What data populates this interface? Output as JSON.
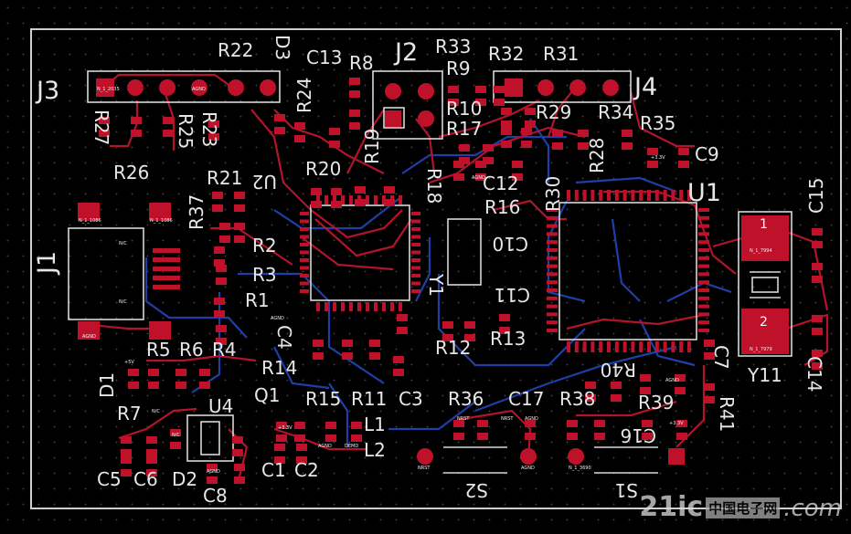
{
  "board": {
    "outline_color": "#cfcfcf",
    "pad_color": "#c0112b",
    "top_trace_color": "#b2142c",
    "bottom_trace_color": "#1f3fa8",
    "labels": {
      "J3": "J3",
      "J2": "J2",
      "J4": "J4",
      "J1": "J1",
      "U1": "U1",
      "U2": "U2",
      "U4": "U4",
      "Y1": "Y1",
      "Y11": "Y11",
      "S1": "S1",
      "S2": "S2",
      "Q1": "Q1",
      "D1": "D1",
      "D2": "D2",
      "D3": "D3",
      "L1": "L1",
      "L2": "L2",
      "R1": "R1",
      "R2": "R2",
      "R3": "R3",
      "R4": "R4",
      "R5": "R5",
      "R6": "R6",
      "R7": "R7",
      "R8": "R8",
      "R9": "R9",
      "R10": "R10",
      "R11": "R11",
      "R12": "R12",
      "R13": "R13",
      "R14": "R14",
      "R15": "R15",
      "R16": "R16",
      "R17": "R17",
      "R18": "R18",
      "R19": "R19",
      "R20": "R20",
      "R21": "R21",
      "R22": "R22",
      "R23": "R23",
      "R24": "R24",
      "R25": "R25",
      "R26": "R26",
      "R27": "R27",
      "R28": "R28",
      "R29": "R29",
      "R30": "R30",
      "R31": "R31",
      "R32": "R32",
      "R33": "R33",
      "R34": "R34",
      "R35": "R35",
      "R36": "R36",
      "R37": "R37",
      "R38": "R38",
      "R39": "R39",
      "R40": "R40",
      "R41": "R41",
      "C1": "C1",
      "C2": "C2",
      "C3": "C3",
      "C4": "C4",
      "C5": "C5",
      "C6": "C6",
      "C7": "C7",
      "C8": "C8",
      "C9": "C9",
      "C10": "C10",
      "C11": "C11",
      "C12": "C12",
      "C13": "C13",
      "C14": "C14",
      "C15": "C15",
      "C16": "C16",
      "C17": "C17"
    },
    "pad_texts": {
      "j3_pin1": "N_1_2035",
      "j3_pin4": "AGND",
      "j1_pin7": "N_1_1086",
      "j1_pin6": "N_1_1086",
      "j1_pin9": "AGND",
      "j1_nc1": "N/C",
      "j1_nc2": "N/C",
      "y11_pin1_num": "1",
      "y11_pin1_net": "N_1_7994",
      "y11_pin2_num": "2",
      "y11_pin2_net": "N_1_7979",
      "s2_nrst": "NRST",
      "s2_agnd": "AGND",
      "s1_pad": "N_1_3690",
      "nrst": "NRST",
      "agnd": "AGND",
      "p33": "+3.3V",
      "p5": "+5V",
      "demd": "DEMD",
      "nc": "N/C"
    }
  },
  "watermark": {
    "brand": "21ic",
    "cn": "中国电子网",
    "suffix": ".com"
  }
}
